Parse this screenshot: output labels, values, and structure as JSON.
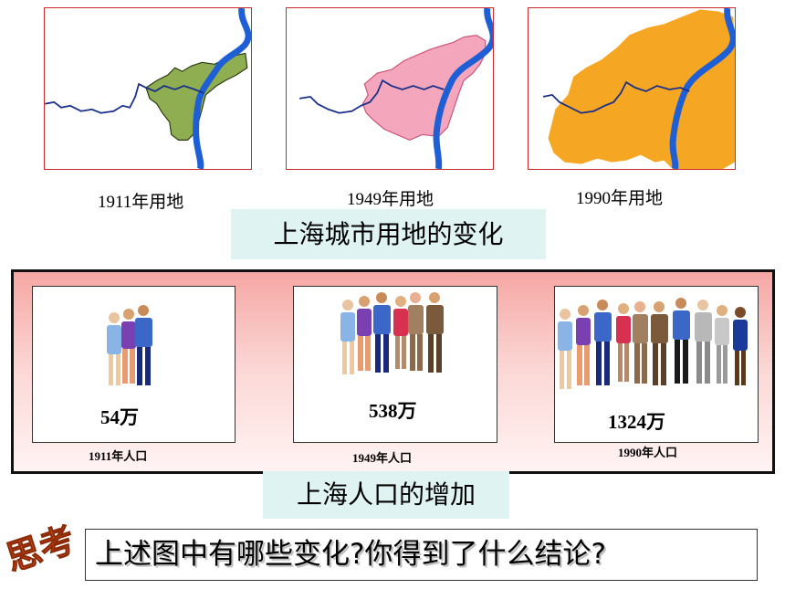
{
  "land_maps": [
    {
      "label": "1911年用地",
      "fill": "#8fae52",
      "stroke": "#2a3a10"
    },
    {
      "label": "1949年用地",
      "fill": "#f4a6bc",
      "stroke": "#c8557a"
    },
    {
      "label": "1990年用地",
      "fill": "#f5a623",
      "stroke": "#f5a623"
    }
  ],
  "land_title": "上海城市用地的变化",
  "population": [
    {
      "value": "54万",
      "label": "1911年人口"
    },
    {
      "value": "538万",
      "label": "1949年人口"
    },
    {
      "value": "1324万",
      "label": "1990年人口"
    }
  ],
  "population_title": "上海人口的增加",
  "think_icon": {
    "text": "思考",
    "color": "#e0561c"
  },
  "question": "上述图中有哪些变化?你得到了什么结论?",
  "colors": {
    "river": "#1f5fd6",
    "border": "#cc2a2a",
    "title_bg": "#dff3f3"
  }
}
